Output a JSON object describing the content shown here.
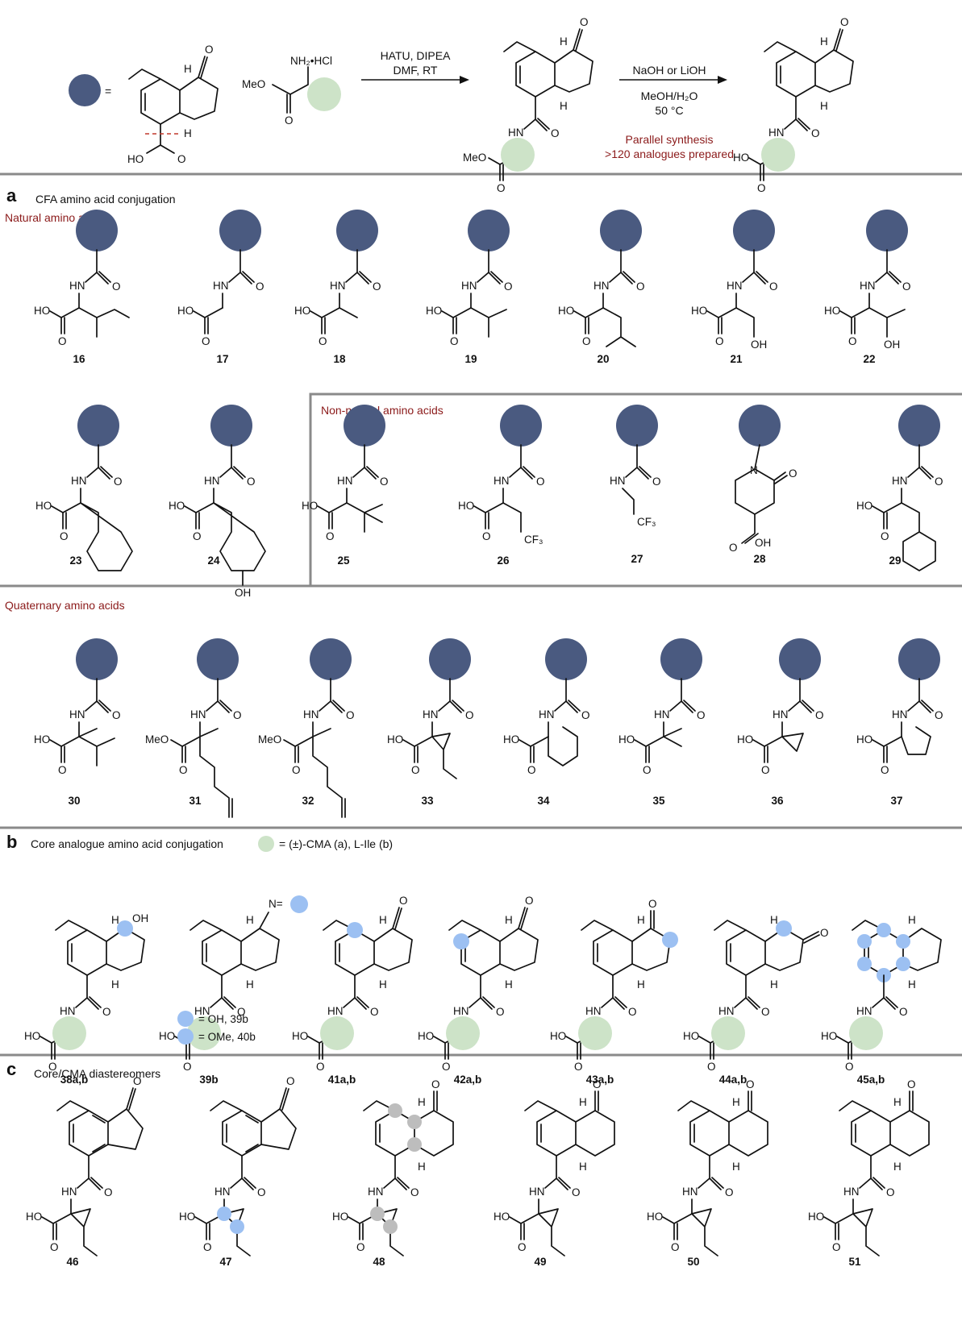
{
  "colors": {
    "cfa_core": "#4a5a80",
    "amino_acid": "#cde3c8",
    "site_blue": "#9cc0f2",
    "site_gray": "#bdbdbd",
    "heading_red": "#8b1a1a",
    "divider": "#8a8a8a"
  },
  "scheme": {
    "equals": "=",
    "reagent_salt": "NH₂•HCl",
    "reagent_ester": "MeO",
    "step1_line1": "HATU, DIPEA",
    "step1_line2": "DMF, RT",
    "step2_line1": "NaOH or LiOH",
    "step2_line2": "MeOH/H₂O",
    "step2_line3": "50 °C",
    "note_line1": "Parallel synthesis",
    "note_line2": ">120 analogues prepared"
  },
  "section_a": {
    "letter": "a",
    "title": "CFA amino acid conjugation",
    "natural": "Natural amino acids",
    "non_natural": "Non-natural amino acids",
    "quaternary": "Quaternary amino acids"
  },
  "section_b": {
    "letter": "b",
    "title": "Core analogue amino acid conjugation",
    "legend": "= (±)-CMA (a), L-Ile (b)",
    "oh_label": "= OH, 39b",
    "ome_label": "= OMe, 40b"
  },
  "section_c": {
    "letter": "c",
    "title": "Core/CMA diastereomers"
  },
  "atoms": {
    "o": "O",
    "h": "H",
    "oh": "OH",
    "hn": "HN",
    "ho": "HO",
    "n": "N",
    "meo": "MeO",
    "cf3": "CF₃",
    "n_eq": "N="
  },
  "compounds": {
    "row1": [
      "16",
      "17",
      "18",
      "19",
      "20",
      "21",
      "22"
    ],
    "row2": [
      "23",
      "24",
      "25",
      "26",
      "27",
      "28",
      "29"
    ],
    "row3": [
      "30",
      "31",
      "32",
      "33",
      "34",
      "35",
      "36",
      "37"
    ],
    "row4": [
      "38a,b",
      "39b",
      "41a,b",
      "42a,b",
      "43a,b",
      "44a,b",
      "45a,b"
    ],
    "row5": [
      "46",
      "47",
      "48",
      "49",
      "50",
      "51"
    ]
  }
}
